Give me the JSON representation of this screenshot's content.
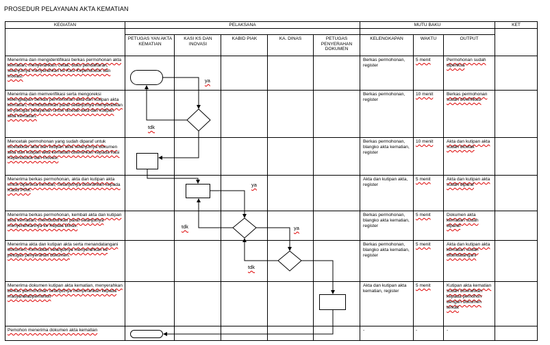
{
  "title": "PROSEDUR PELAYANAN AKTA KEMATIAN",
  "headers": {
    "kegiatan": "KEGIATAN",
    "pelaksana": "PELAKSANA",
    "mutu_baku": "MUTU BAKU",
    "ket": "KET",
    "actors": [
      "PETUGAS YAN AKTA KEMATIAN",
      "KASI KS DAN INOVASI",
      "KABID PIAK",
      "KA. DINAS",
      "PETUGAS PENYERAHAN DOKUMEN"
    ],
    "mutu": [
      "KELENGKAPAN",
      "WAKTU",
      "OUTPUT"
    ]
  },
  "rows": [
    {
      "activity": "Menerima dan mengidentifikasi berkas permohonan akta kematian, menyerahkan, cetak, buku pendaftaran, selanjutnya menyerahkan ke Kasi Kependuduk dan Inovasi.",
      "kelengkapan": "Berkas permohonan, register",
      "waktu": "5 menit",
      "output": "Permohonan sudah diperiksa"
    },
    {
      "activity": "Menerima dan memverifikasi serta mengoreksi kelengkapan berkas permohonan akta dan kutipan akta kematian, membubuhkan paraf selanjutnya menyerahkan ke petugas pelayanan untuk dicetak akta dan kutipan akta kematian.",
      "kelengkapan": "Berkas permohonan, register",
      "waktu": "10 menit",
      "output": "Berkas permohonan sudah diverifikasi"
    },
    {
      "activity": "Mencetak permohonan yang sudah diparaf untuk dicetakkan akta dan kutipan akta selanjutnya dokumen akta dan kutipan akta kematian diserahkan kepada Kasi Kependuduk dan Inovasi.",
      "kelengkapan": "Berkas permohonan, blangko akta kematian, register",
      "waktu": "10 menit",
      "output": "Akta dan kutipan akta sudah dicetak"
    },
    {
      "activity": "Menerima berkas permohonan, akta dan kutipan akta untuk diperiksa kembali, Selanjutnya diserahkan kepada Kabid PIAK",
      "kelengkapan": "Akta dan kutipan akta, register",
      "waktu": "5 menit",
      "output": "Akta dan kutipan akta sudah diparaf"
    },
    {
      "activity": "Menerima berkas permohonan, kembali akta dan kutipan akta kematian, membubuhkan paraf selanjutnya menyerahkannya ke Kepala Dinas.",
      "kelengkapan": "Berkas permohonan, blangko akta kematian, register",
      "waktu": "5 menit",
      "output": "Dokumen akta kematian sudah diparaf"
    },
    {
      "activity": "Menerima akta dan kutipan akta serta menandatangani dokumen, Kemudian selanjutnya menyerahkan ke petugas penyerahan dokumen.",
      "kelengkapan": "Berkas permohonan, blangko akta kematian, register",
      "waktu": "5 menit",
      "output": "Akta dan kutipan akta kematian sudah ditandatangani"
    },
    {
      "activity": "Menerima dokumen kutipan akta kematian, menyerahkan berkas permohonan selanjutnya menyerahkan kepada masyarakat/pemohon",
      "kelengkapan": "Akta dan kutipan akta kematian, register",
      "waktu": "5 menit",
      "output": "Kutipan akta kematian sudah diserahkan kepada pemohon dengan dokumen terkait"
    },
    {
      "activity": "Pemohon menerima dokumen akta kematian",
      "kelengkapan": "-",
      "waktu": "-",
      "output": "-"
    }
  ],
  "flow_labels": {
    "ya": "ya",
    "tdk": "tdk"
  }
}
